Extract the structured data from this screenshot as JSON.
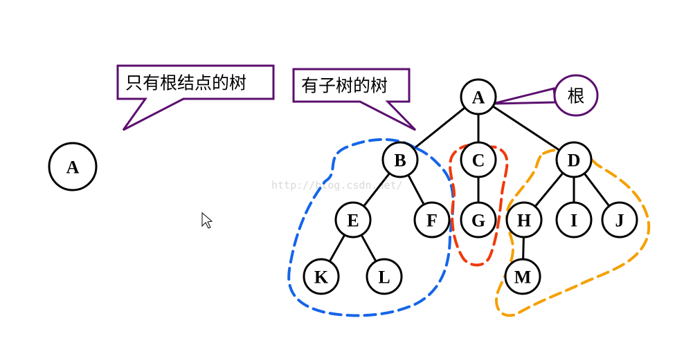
{
  "single_tree": {
    "node_label": "A"
  },
  "callouts": {
    "single_root_tree": "只有根结点的树",
    "subtree_tree": "有子树的树",
    "root": "根"
  },
  "watermark": "http://blog.csdn.net/",
  "tree": {
    "nodes": [
      "A",
      "B",
      "C",
      "D",
      "E",
      "F",
      "G",
      "H",
      "I",
      "J",
      "K",
      "L",
      "M"
    ],
    "edges": [
      [
        "A",
        "B"
      ],
      [
        "A",
        "C"
      ],
      [
        "A",
        "D"
      ],
      [
        "B",
        "E"
      ],
      [
        "B",
        "F"
      ],
      [
        "C",
        "G"
      ],
      [
        "D",
        "H"
      ],
      [
        "D",
        "I"
      ],
      [
        "D",
        "J"
      ],
      [
        "E",
        "K"
      ],
      [
        "E",
        "L"
      ],
      [
        "H",
        "M"
      ]
    ]
  },
  "subtree_groups": [
    {
      "root": "B",
      "color": "#1565e8"
    },
    {
      "root": "C",
      "color": "#f03a0c"
    },
    {
      "root": "D",
      "color": "#f5a000"
    }
  ],
  "colors": {
    "callout_border": "#5b0f6e",
    "node_stroke": "#000000"
  }
}
